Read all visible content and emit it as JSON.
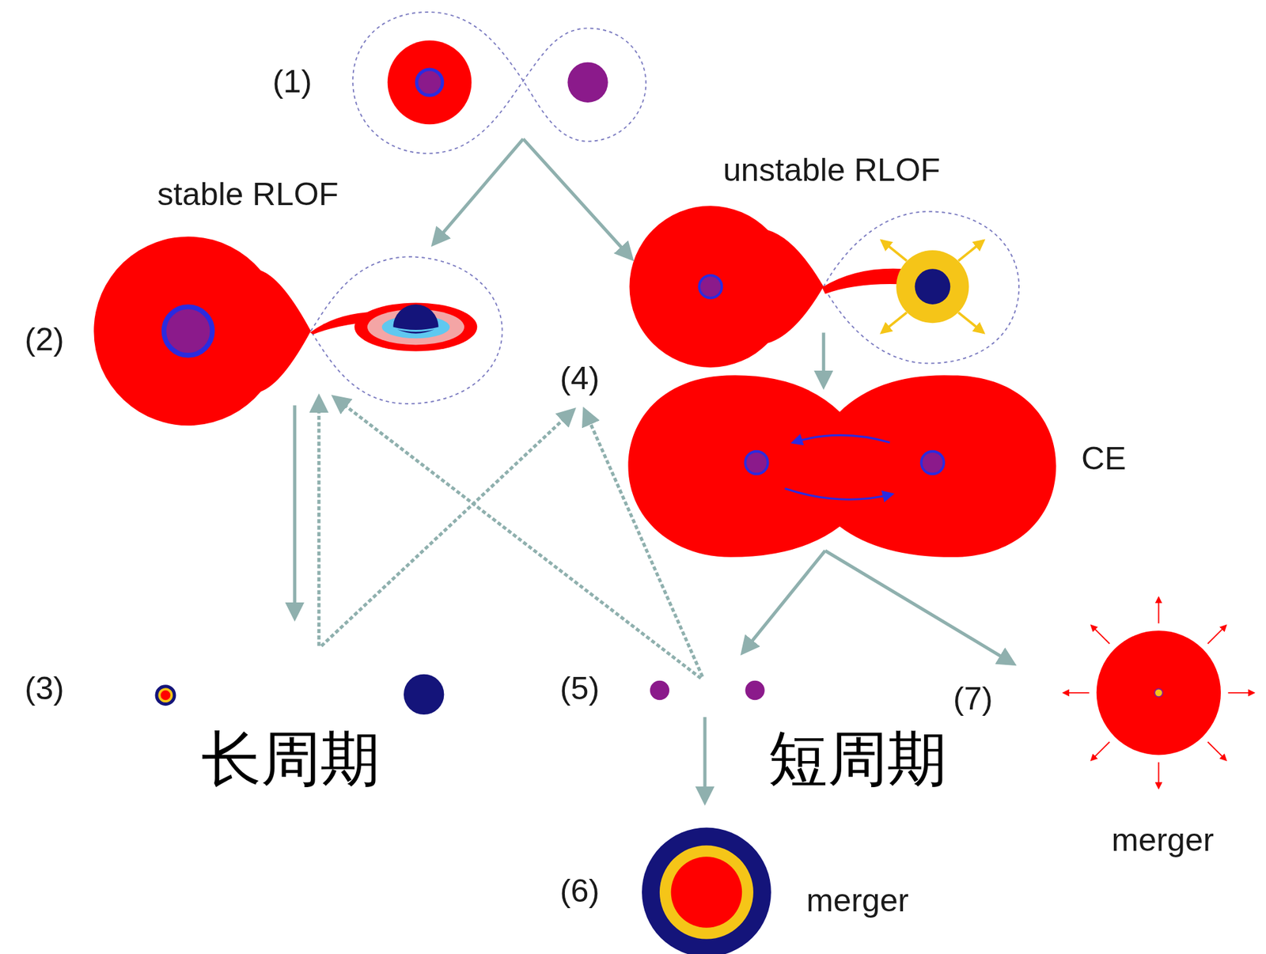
{
  "diagram": {
    "labels": [
      "(1)",
      "stable RLOF",
      "unstable RLOF",
      "(2)",
      "(4)",
      "CE",
      "(3)",
      "(5)",
      "(7)",
      "长周期",
      "短周期",
      "merger",
      "(6)",
      "merger"
    ]
  }
}
